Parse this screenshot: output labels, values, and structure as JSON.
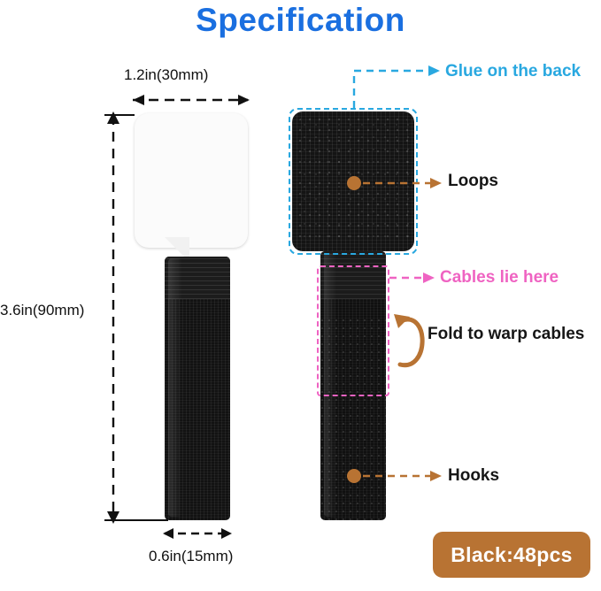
{
  "title": "Specification",
  "dimensions": {
    "width_label": "1.2in(30mm)",
    "height_label": "3.6in(90mm)",
    "tail_width_label": "0.6in(15mm)"
  },
  "callouts": {
    "glue": "Glue on the back",
    "loops": "Loops",
    "cables": "Cables lie here",
    "fold": "Fold to warp cables",
    "hooks": "Hooks"
  },
  "badge": {
    "text": "Black:48pcs"
  },
  "colors": {
    "title": "#1a6fe0",
    "glue_accent": "#29a8e0",
    "cables_accent": "#ef63c2",
    "callout_line": "#b87333",
    "badge_background": "#b87333",
    "text_dark": "#161616",
    "product_black": "#121212",
    "product_white": "#fbfbfb"
  },
  "icons": {
    "glue_connector": "dashed-arrow-icon",
    "loops_connector": "dashed-arrow-icon",
    "cables_connector": "dashed-arrow-icon",
    "hooks_connector": "dashed-arrow-icon",
    "fold": "curved-fold-arrow-icon",
    "width_dimension": "double-headed-arrow-icon",
    "height_dimension": "vertical-double-headed-arrow-icon",
    "tail_dimension": "double-headed-arrow-icon"
  }
}
